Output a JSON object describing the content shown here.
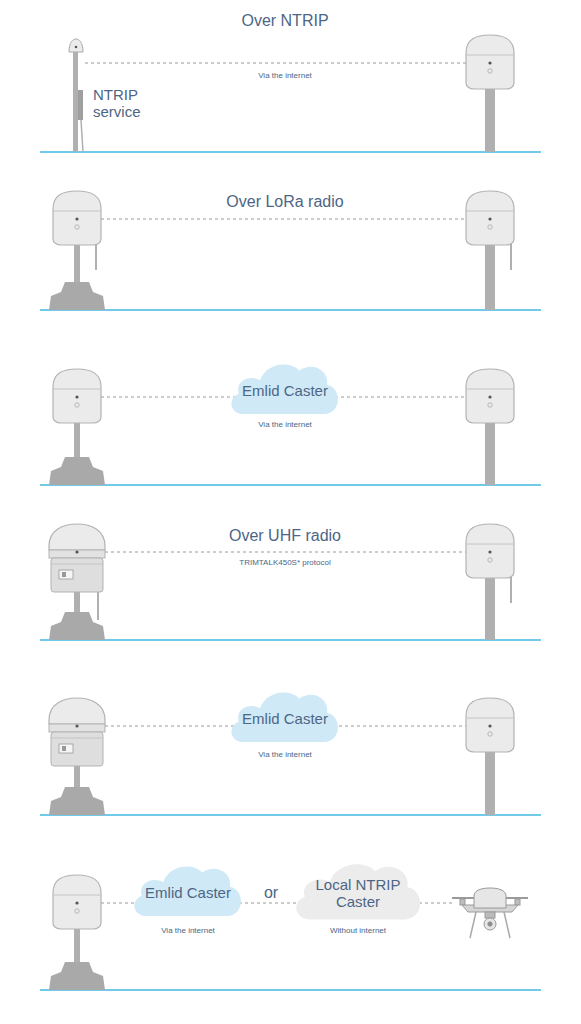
{
  "diagram": {
    "nodes": [
      {
        "text": [
          "Emlid Caster"
        ]
      },
      {
        "text": [
          "Emlid Caster"
        ]
      },
      {
        "text": [
          "Emlid Caster"
        ]
      },
      {
        "text": [
          "Local NTRIP Caster"
        ]
      }
    ],
    "labels": [
      "NTRIP service",
      "Over NTRIP",
      "Via the internet",
      "Over LoRa radio",
      "Via the internet",
      "Over UHF radio",
      "TRIMTALK450S* protocol",
      "Via the internet",
      "Via the internet",
      "or",
      "Without internet"
    ]
  }
}
